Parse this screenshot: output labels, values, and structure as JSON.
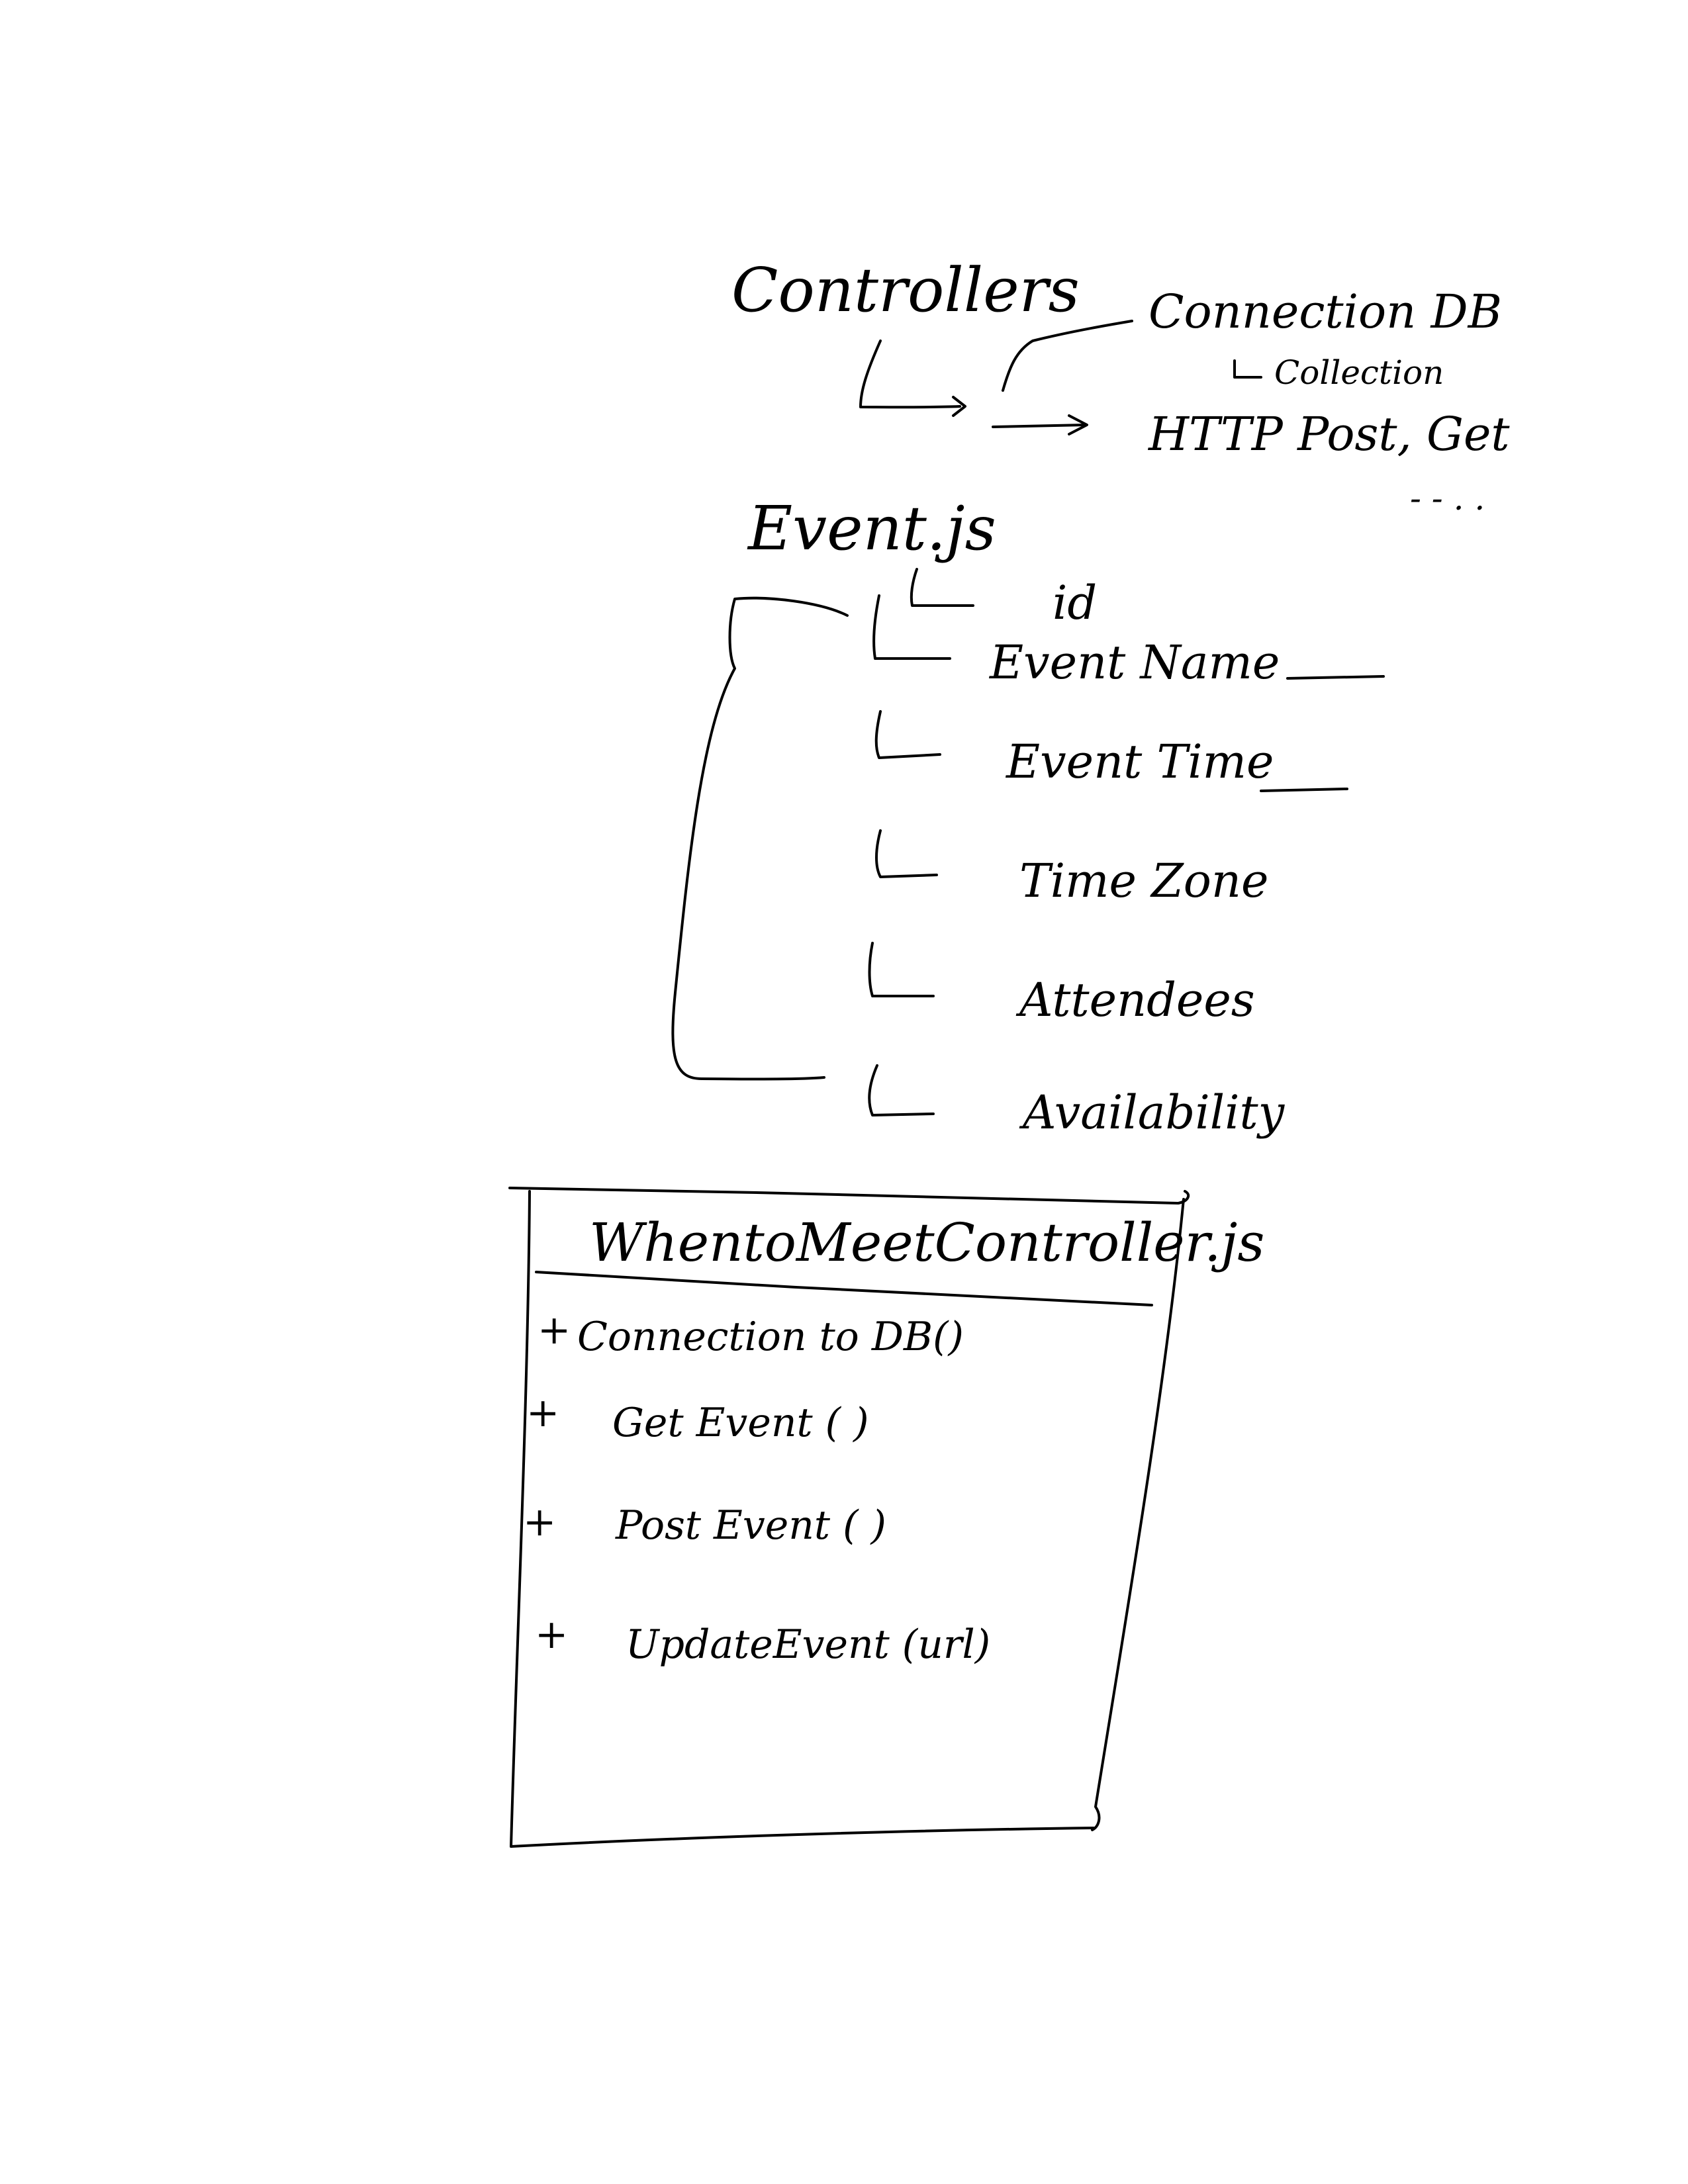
{
  "controllers": {
    "label": "Controllers",
    "children": [
      {
        "label": "Connection DB",
        "sub": "Collection"
      },
      {
        "label": "HTTP Post, Get",
        "sub": "- - . ."
      }
    ]
  },
  "event_model": {
    "label": "Event.js",
    "fields": [
      "id",
      "Event Name",
      "Event Time",
      "Time Zone",
      "Attendees",
      "Availability"
    ]
  },
  "controller_class": {
    "title": "WhentoMeetController.js",
    "methods": [
      {
        "marker": "+",
        "name": "Connection to DB()"
      },
      {
        "marker": "+",
        "name": "Get Event ( )"
      },
      {
        "marker": "+",
        "name": "Post Event ( )"
      },
      {
        "marker": "+",
        "name": "UpdateEvent (url)"
      }
    ]
  },
  "colors": {
    "ink": "#000000",
    "paper": "#ffffff"
  }
}
